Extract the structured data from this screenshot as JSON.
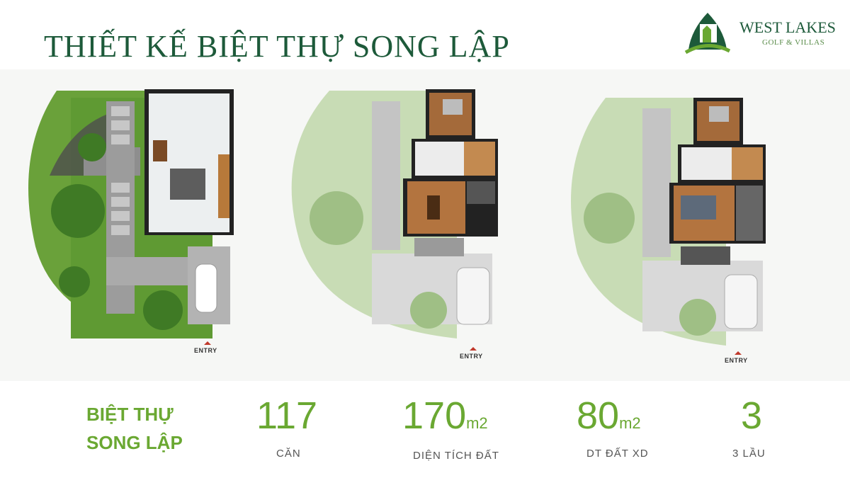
{
  "title": "THIẾT KẾ BIỆT THỰ SONG LẬP",
  "logo": {
    "name": "WEST LAKES",
    "sub": "GOLF & VILLAS",
    "colors": {
      "dark_green": "#1d5a3a",
      "light_green": "#6aa832"
    }
  },
  "plans": [
    {
      "entry_label": "ENTRY"
    },
    {
      "entry_label": "ENTRY"
    },
    {
      "entry_label": "ENTRY"
    }
  ],
  "summary": {
    "label_line1": "BIỆT THỰ",
    "label_line2": "SONG LẬP",
    "stats": [
      {
        "value": "117",
        "unit": "",
        "caption": "CĂN"
      },
      {
        "value": "170",
        "unit": "m2",
        "caption": "DIỆN TÍCH ĐẤT"
      },
      {
        "value": "80",
        "unit": "m2",
        "caption": "DT ĐẤT XD"
      },
      {
        "value": "3",
        "unit": "",
        "caption": "3 LẦU"
      }
    ]
  }
}
